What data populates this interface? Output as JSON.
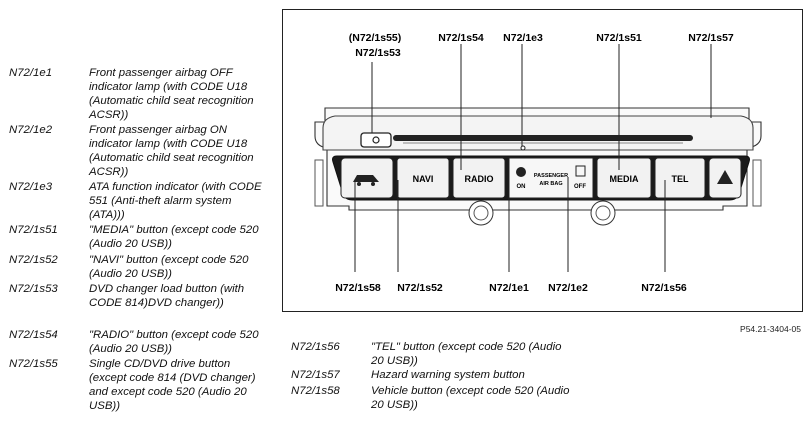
{
  "legend_left": [
    {
      "code": "N72/1e1",
      "desc": "Front passenger airbag OFF indicator lamp (with CODE U18 (Automatic child seat recognition ACSR))"
    },
    {
      "code": "N72/1e2",
      "desc": "Front passenger airbag ON indicator lamp (with CODE U18 (Automatic child seat recognition ACSR))"
    },
    {
      "code": "N72/1e3",
      "desc": "ATA function indicator (with CODE 551 (Anti-theft alarm system (ATA)))"
    },
    {
      "code": "N72/1s51",
      "desc": "\"MEDIA\" button (except code 520 (Audio 20 USB))"
    },
    {
      "code": "N72/1s52",
      "desc": "\"NAVI\" button (except code 520 (Audio 20 USB))"
    },
    {
      "code": "N72/1s53",
      "desc": "DVD changer load button (with CODE 814)DVD changer))"
    },
    {
      "code": "N72/1s54",
      "desc": "\"RADIO\" button (except code 520 (Audio 20 USB))"
    },
    {
      "code": "N72/1s55",
      "desc": "Single CD/DVD drive button (except code 814 (DVD changer) and except code 520 (Audio 20 USB))"
    }
  ],
  "legend_right": [
    {
      "code": "N72/1s56",
      "desc": "\"TEL\" button (except code 520 (Audio 20 USB))"
    },
    {
      "code": "N72/1s57",
      "desc": "Hazard warning system button"
    },
    {
      "code": "N72/1s58",
      "desc": "Vehicle button (except code 520 (Audio 20 USB))"
    }
  ],
  "figure": {
    "callouts_top": {
      "s55": "(N72/1s55)",
      "s53": "N72/1s53",
      "s54": "N72/1s54",
      "e3": "N72/1e3",
      "s51": "N72/1s51",
      "s57": "N72/1s57"
    },
    "callouts_bottom": {
      "s58": "N72/1s58",
      "s52": "N72/1s52",
      "e1": "N72/1e1",
      "e2": "N72/1e2",
      "s56": "N72/1s56"
    },
    "panel_labels": {
      "navi": "NAVI",
      "radio": "RADIO",
      "media": "MEDIA",
      "tel": "TEL",
      "on": "ON",
      "passenger": "PASSENGER",
      "airbag": "AIR BAG",
      "off": "OFF"
    },
    "reference": "P54.21-3404-05"
  }
}
